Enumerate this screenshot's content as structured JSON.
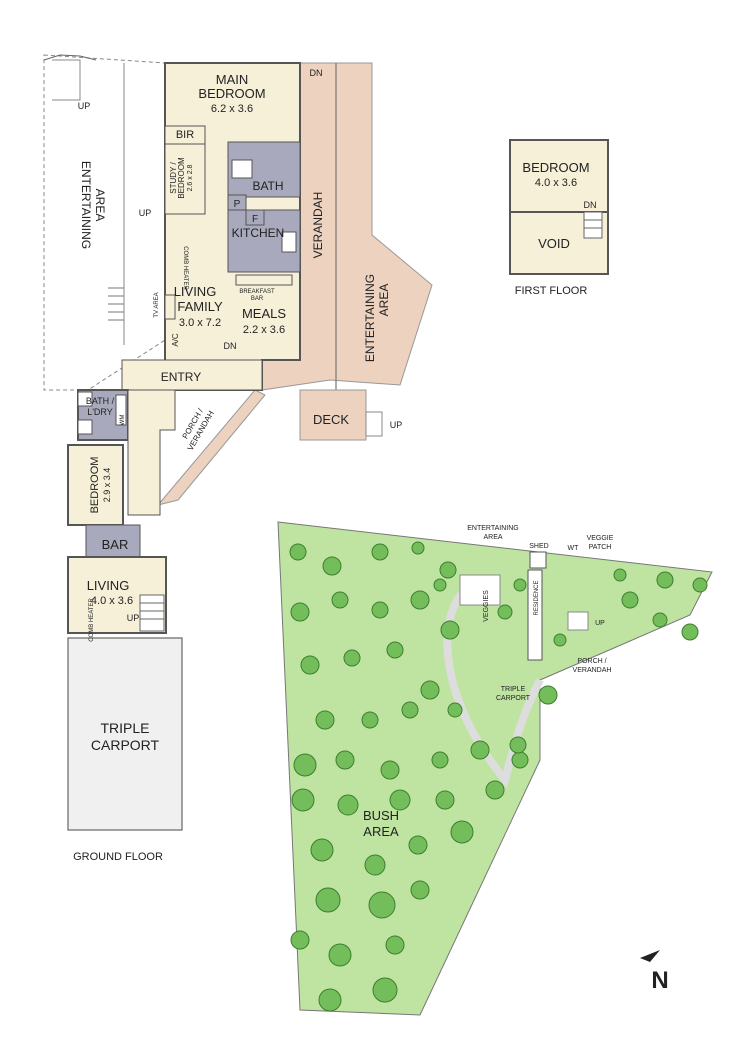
{
  "ground_floor": {
    "caption": "GROUND FLOOR",
    "main_bedroom": {
      "name": "MAIN",
      "name2": "BEDROOM",
      "size": "6.2 x 3.6"
    },
    "dn_top": "DN",
    "bir": "BIR",
    "study": {
      "name": "STUDY /",
      "name2": "BEDROOM",
      "size": "2.6 x 2.8"
    },
    "bath": "BATH",
    "pantry": "P",
    "fridge": "F",
    "kitchen": "KITCHEN",
    "verandah": "VERANDAH",
    "up_left": "UP",
    "up_stair_top": "UP",
    "entertaining_left": {
      "line1": "ENTERTAINING",
      "line2": "AREA"
    },
    "comb_heater_top": "COMB HEATER",
    "tv_area": "TV AREA",
    "living_family": {
      "name": "LIVING",
      "name2": "FAMILY",
      "size": "3.0 x 7.2"
    },
    "breakfast_bar": {
      "line1": "BREAKFAST",
      "line2": "BAR"
    },
    "meals": {
      "name": "MEALS",
      "size": "2.2 x 3.6"
    },
    "ac": "A/C",
    "dn_meals": "DN",
    "entertaining_right": {
      "line1": "ENTERTAINING",
      "line2": "AREA"
    },
    "entry": "ENTRY",
    "bath_ldry": {
      "line1": "BATH /",
      "line2": "L'DRY"
    },
    "wm": "WM",
    "porch_verandah": {
      "line1": "PORCH /",
      "line2": "VERANDAH"
    },
    "deck": "DECK",
    "deck_up": "UP",
    "bedroom": {
      "name": "BEDROOM",
      "size": "2.9 x 3.4"
    },
    "bar": "BAR",
    "living": {
      "name": "LIVING",
      "size": "4.0 x 3.6"
    },
    "comb_heater_bottom": "COMB HEATER",
    "up_living": "UP",
    "carport": {
      "line1": "TRIPLE",
      "line2": "CARPORT"
    }
  },
  "first_floor": {
    "caption": "FIRST FLOOR",
    "bedroom": {
      "name": "BEDROOM",
      "size": "4.0 x 3.6"
    },
    "dn": "DN",
    "void": "VOID"
  },
  "site": {
    "entertaining": {
      "line1": "ENTERTAINING",
      "line2": "AREA"
    },
    "shed": "SHED",
    "wt": "WT",
    "veggie_patch": {
      "line1": "VEGGIE",
      "line2": "PATCH"
    },
    "veggies": "VEGGIES",
    "residence": "RESIDENCE",
    "up": "UP",
    "porch": {
      "line1": "PORCH /",
      "line2": "VERANDAH"
    },
    "triple_carport": {
      "line1": "TRIPLE",
      "line2": "CARPORT"
    },
    "bush": {
      "line1": "BUSH",
      "line2": "AREA"
    }
  },
  "north": "N",
  "colors": {
    "room": "#f6f0d9",
    "wet_area": "#a9a9bd",
    "deck": "#ecd2bf",
    "carport": "#f0f0f0",
    "outdoor": "#ffffff",
    "grass": "#bfe3a1",
    "tree": "#74bd5b",
    "wall": "#555555"
  }
}
